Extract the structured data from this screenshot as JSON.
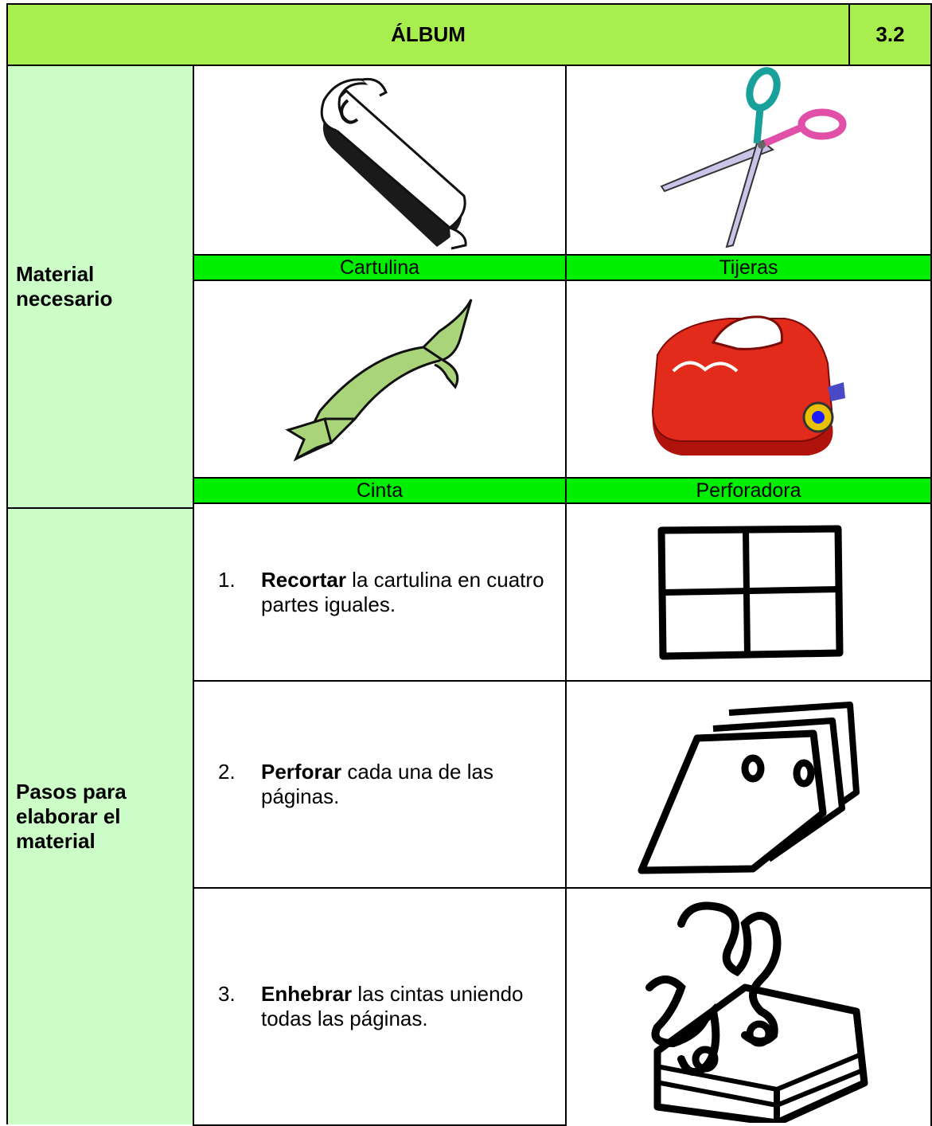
{
  "header": {
    "title": "ÁLBUM",
    "number": "3.2"
  },
  "material": {
    "heading": "Material necesario",
    "items": [
      {
        "label": "Cartulina",
        "icon": "rolled-cardboard-icon"
      },
      {
        "label": "Tijeras",
        "icon": "scissors-icon"
      },
      {
        "label": "Cinta",
        "icon": "ribbon-icon"
      },
      {
        "label": "Perforadora",
        "icon": "hole-punch-icon"
      }
    ]
  },
  "steps": {
    "heading": "Pasos para elaborar el material",
    "items": [
      {
        "number": "1.",
        "bold": "Recortar",
        "text": " la cartulina en cuatro partes iguales.",
        "icon": "quartered-sheet-icon"
      },
      {
        "number": "2.",
        "bold": "Perforar",
        "text": " cada una de las páginas.",
        "icon": "punched-pages-icon"
      },
      {
        "number": "3.",
        "bold": "Enhebrar",
        "text": " las cintas uniendo todas las páginas.",
        "icon": "threaded-album-icon"
      }
    ]
  },
  "colors": {
    "header": "#a9ee4f",
    "side": "#ccfdc7",
    "label": "#00ee00"
  }
}
